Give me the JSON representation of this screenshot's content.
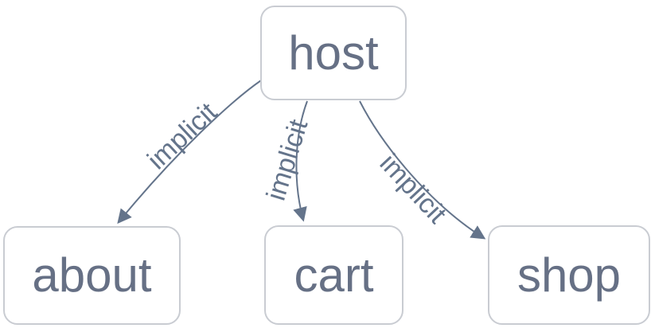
{
  "diagram": {
    "type": "dependency-graph",
    "nodes": [
      {
        "id": "host",
        "label": "host"
      },
      {
        "id": "about",
        "label": "about"
      },
      {
        "id": "cart",
        "label": "cart"
      },
      {
        "id": "shop",
        "label": "shop"
      }
    ],
    "edges": [
      {
        "from": "host",
        "to": "about",
        "label": "implicit"
      },
      {
        "from": "host",
        "to": "cart",
        "label": "implicit"
      },
      {
        "from": "host",
        "to": "shop",
        "label": "implicit"
      }
    ],
    "colors": {
      "background": "#ffffff",
      "node_fill": "#ffffff",
      "node_border": "#c9ccd2",
      "node_text": "#667085",
      "edge": "#64748b",
      "edge_label": "#64748b"
    }
  }
}
